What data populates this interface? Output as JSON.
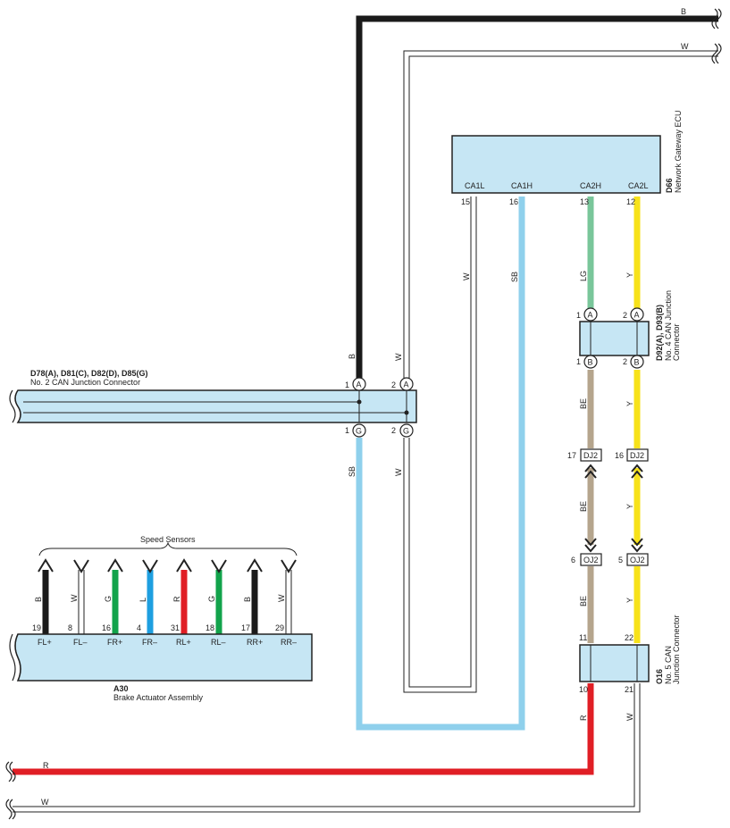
{
  "colors": {
    "B": "#1a1a1a",
    "W": "#ffffff",
    "SB": "#8fd0ec",
    "LG": "#79c69a",
    "Y": "#f7e21a",
    "BE": "#b5a58d",
    "R": "#e01e25",
    "G": "#12a34b",
    "L": "#1e9fe0",
    "box_fill": "#c6e6f4",
    "box_stroke": "#222222"
  },
  "top_wires": {
    "b_label": "B",
    "w_label": "W"
  },
  "bottom_wires": {
    "r_label": "R",
    "w_label": "W"
  },
  "gateway": {
    "id": "D66",
    "name": "Network Gateway ECU",
    "pins": [
      {
        "label": "CA1L",
        "num": "15",
        "wire": "W"
      },
      {
        "label": "CA1H",
        "num": "16",
        "wire": "SB"
      },
      {
        "label": "CA2H",
        "num": "13",
        "wire": "LG"
      },
      {
        "label": "CA2L",
        "num": "12",
        "wire": "Y"
      }
    ]
  },
  "no2_connector": {
    "id": "D78(A), D81(C), D82(D), D85(G)",
    "name": "No.  2 CAN Junction Connector",
    "pins_top": [
      {
        "num": "1",
        "tag": "A",
        "wire": "B"
      },
      {
        "num": "2",
        "tag": "A",
        "wire": "W"
      }
    ],
    "pins_bottom": [
      {
        "num": "1",
        "tag": "G",
        "wire": "SB"
      },
      {
        "num": "2",
        "tag": "G",
        "wire": "W"
      }
    ]
  },
  "no4_connector": {
    "id": "D92(A), D93(B)",
    "name_line1": "No.  4 CAN Junction",
    "name_line2": "Connector",
    "pins_top": [
      {
        "num": "1",
        "tag": "A"
      },
      {
        "num": "2",
        "tag": "A"
      }
    ],
    "pins_bottom": [
      {
        "num": "1",
        "tag": "B"
      },
      {
        "num": "2",
        "tag": "B"
      }
    ]
  },
  "dj2": {
    "left_num": "17",
    "right_num": "16",
    "label": "DJ2"
  },
  "oj2": {
    "left_num": "6",
    "right_num": "5",
    "label": "OJ2"
  },
  "wire_labels": {
    "be": "BE",
    "y": "Y",
    "lg": "LG",
    "r": "R",
    "w": "W",
    "sb": "SB",
    "b": "B"
  },
  "no5_connector": {
    "id": "O16",
    "name_line1": "No.  5 CAN",
    "name_line2": "Junction Connector",
    "pin_in_left": "11",
    "pin_in_right": "22",
    "pin_out_left": "10",
    "pin_out_right": "21"
  },
  "brake_actuator": {
    "id": "A30",
    "name": "Brake Actuator Assembly",
    "group_label": "Speed Sensors",
    "pins": [
      {
        "label": "FL+",
        "num": "19",
        "wire": "B",
        "dir": "up"
      },
      {
        "label": "FL–",
        "num": "8",
        "wire": "W",
        "dir": "down"
      },
      {
        "label": "FR+",
        "num": "16",
        "wire": "G",
        "dir": "up"
      },
      {
        "label": "FR–",
        "num": "4",
        "wire": "L",
        "dir": "down"
      },
      {
        "label": "RL+",
        "num": "31",
        "wire": "R",
        "dir": "up"
      },
      {
        "label": "RL–",
        "num": "18",
        "wire": "G",
        "dir": "down"
      },
      {
        "label": "RR+",
        "num": "17",
        "wire": "B",
        "dir": "up"
      },
      {
        "label": "RR–",
        "num": "29",
        "wire": "W",
        "dir": "down"
      }
    ]
  }
}
